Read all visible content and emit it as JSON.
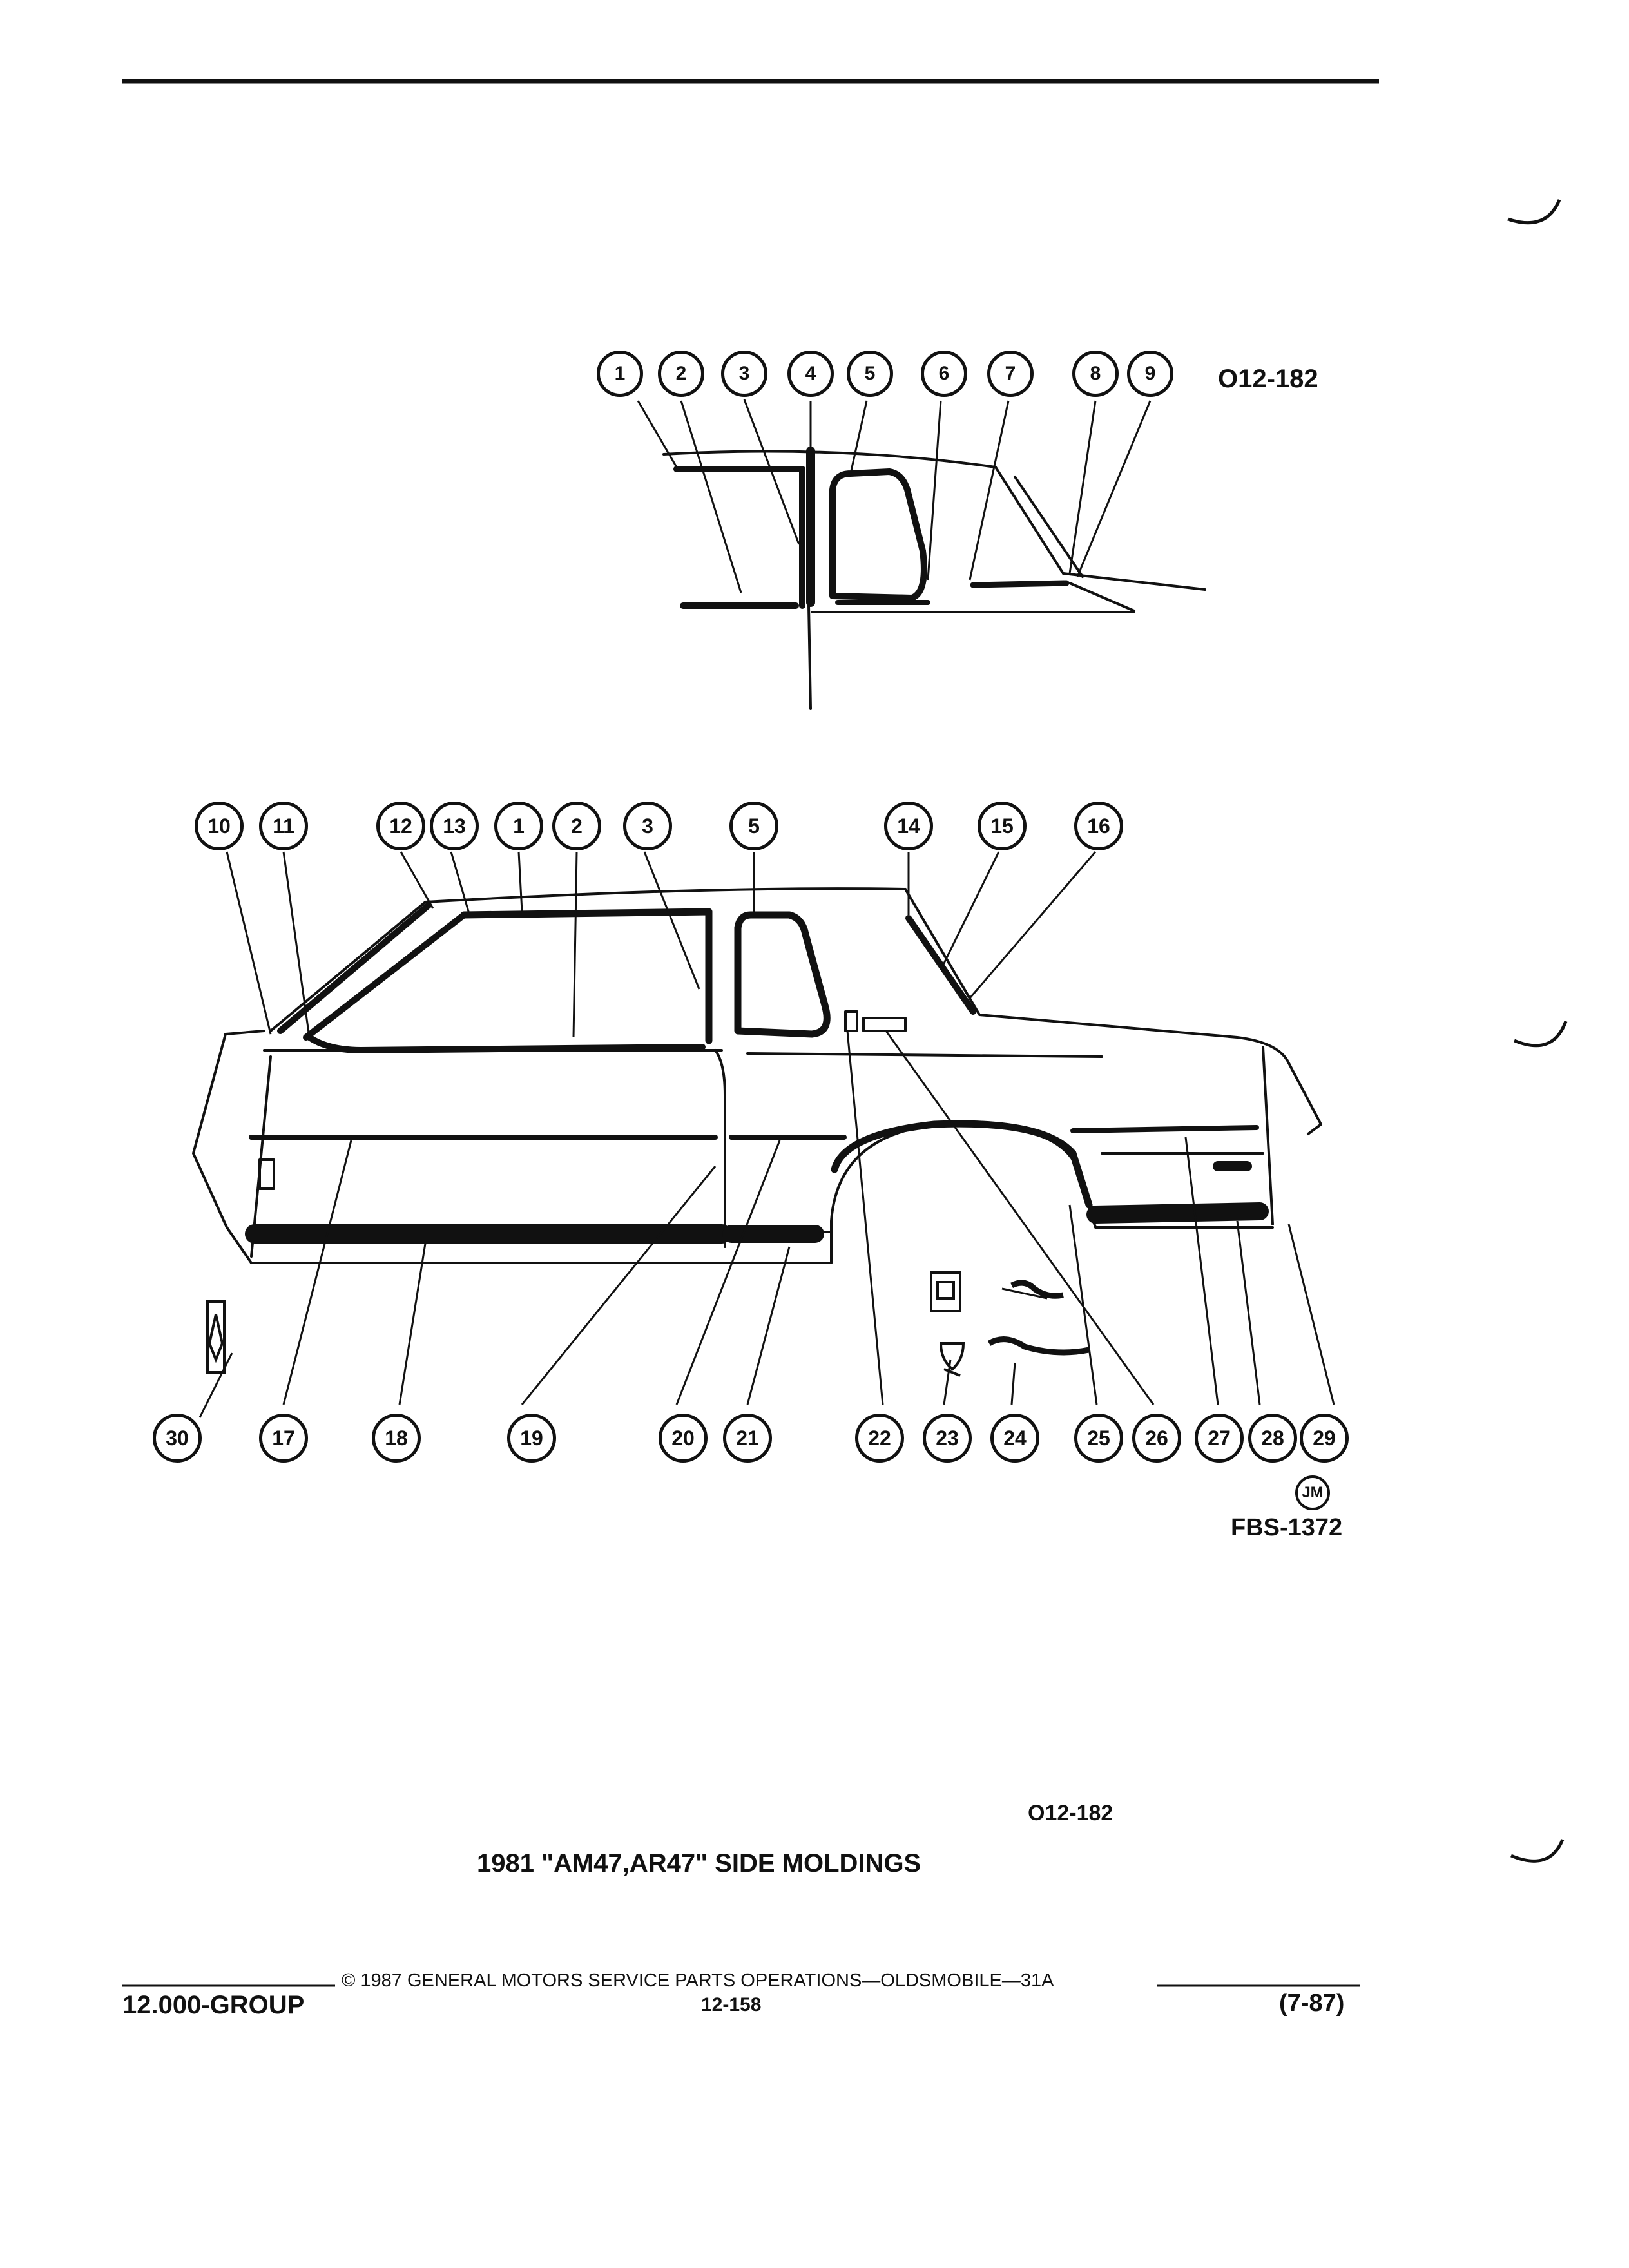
{
  "top_diagram": {
    "code": "O12-182",
    "callouts": [
      "1",
      "2",
      "3",
      "4",
      "5",
      "6",
      "7",
      "8",
      "9"
    ]
  },
  "main_diagram": {
    "callouts_top": [
      "10",
      "11",
      "12",
      "13",
      "1",
      "2",
      "3",
      "5",
      "14",
      "15",
      "16"
    ],
    "callouts_bottom": [
      "30",
      "17",
      "18",
      "19",
      "20",
      "21",
      "22",
      "23",
      "24",
      "25",
      "26",
      "27",
      "28",
      "29"
    ],
    "stamp": "JM",
    "code": "FBS-1372"
  },
  "caption": {
    "code": "O12-182",
    "title": "1981 \"AM47,AR47\" SIDE MOLDINGS"
  },
  "footer": {
    "copyright": "© 1987 GENERAL MOTORS SERVICE PARTS OPERATIONS—OLDSMOBILE—31A",
    "group": "12.000-GROUP",
    "page": "12-158",
    "date": "(7-87)"
  },
  "colors": {
    "ink": "#111111",
    "paper": "#ffffff"
  }
}
